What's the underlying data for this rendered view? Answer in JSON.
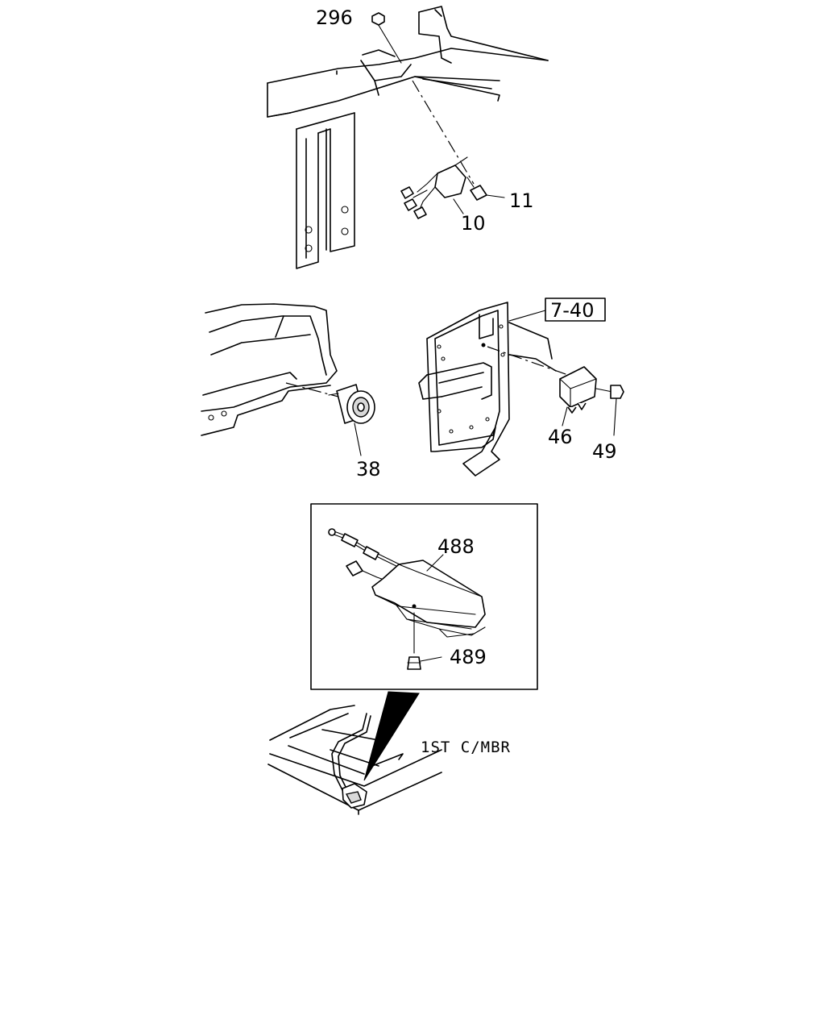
{
  "callouts": {
    "c296": "296",
    "c10": "10",
    "c11": "11",
    "c740": "7-40",
    "c38": "38",
    "c46": "46",
    "c49": "49",
    "c488": "488",
    "c489": "489"
  },
  "notes": {
    "first_crossmember": "1ST C/MBR"
  },
  "colors": {
    "ink": "#000000",
    "paper": "#ffffff"
  }
}
